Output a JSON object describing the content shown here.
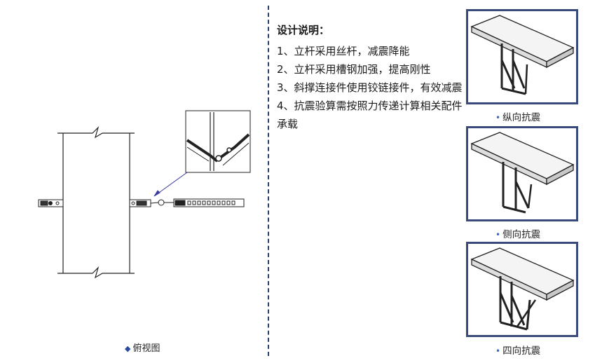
{
  "plan_view": {
    "caption": "俯视图",
    "diamond": "◆"
  },
  "notes": {
    "title": "设计说明：",
    "items": [
      "1、立杆采用丝杆，减震降能",
      "2、立杆采用槽钢加强，提高刚性",
      "3、斜撑连接件使用铰链接件，有效减震",
      "4、抗震验算需按照力传递计算相关配件承载"
    ]
  },
  "views": [
    {
      "caption": "纵向抗震",
      "bullet": "•"
    },
    {
      "caption": "侧向抗震",
      "bullet": "•"
    },
    {
      "caption": "四向抗震",
      "bullet": "•"
    }
  ],
  "colors": {
    "divider": "#2c3e6e",
    "frame": "#3a4a7a",
    "leader": "#3a3aa0"
  }
}
